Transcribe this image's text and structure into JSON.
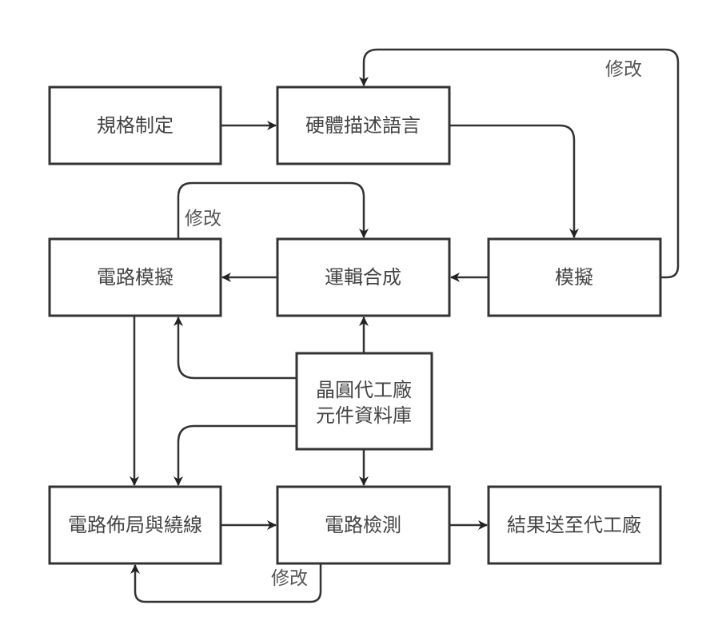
{
  "diagram": {
    "type": "flowchart",
    "nodes": {
      "spec": {
        "label": "規格制定"
      },
      "hdl": {
        "label": "硬體描述語言"
      },
      "circuit_sim": {
        "label": "電路模擬"
      },
      "logic_synth": {
        "label": "運輯合成"
      },
      "sim": {
        "label": "模擬"
      },
      "foundry_lib": {
        "label_lines": [
          "晶圓代工廠",
          "元件資料庫"
        ]
      },
      "layout_route": {
        "label": "電路佈局與繞線"
      },
      "circuit_check": {
        "label": "電路檢測"
      },
      "send_foundry": {
        "label": "結果送至代工廠"
      }
    },
    "edges": [
      {
        "from": "spec",
        "to": "hdl",
        "label": ""
      },
      {
        "from": "hdl",
        "to": "sim",
        "label": ""
      },
      {
        "from": "sim",
        "to": "hdl",
        "label": "修改"
      },
      {
        "from": "sim",
        "to": "logic_synth",
        "label": ""
      },
      {
        "from": "logic_synth",
        "to": "circuit_sim",
        "label": ""
      },
      {
        "from": "circuit_sim",
        "to": "logic_synth",
        "label": "修改"
      },
      {
        "from": "foundry_lib",
        "to": "logic_synth",
        "label": ""
      },
      {
        "from": "foundry_lib",
        "to": "circuit_sim",
        "label": ""
      },
      {
        "from": "foundry_lib",
        "to": "layout_route",
        "label": ""
      },
      {
        "from": "foundry_lib",
        "to": "circuit_check",
        "label": ""
      },
      {
        "from": "circuit_sim",
        "to": "layout_route",
        "label": ""
      },
      {
        "from": "layout_route",
        "to": "circuit_check",
        "label": ""
      },
      {
        "from": "circuit_check",
        "to": "layout_route",
        "label": "修改"
      },
      {
        "from": "circuit_check",
        "to": "send_foundry",
        "label": ""
      }
    ],
    "labels": {
      "modify_top": "修改",
      "modify_mid": "修改",
      "modify_bottom": "修改"
    }
  }
}
